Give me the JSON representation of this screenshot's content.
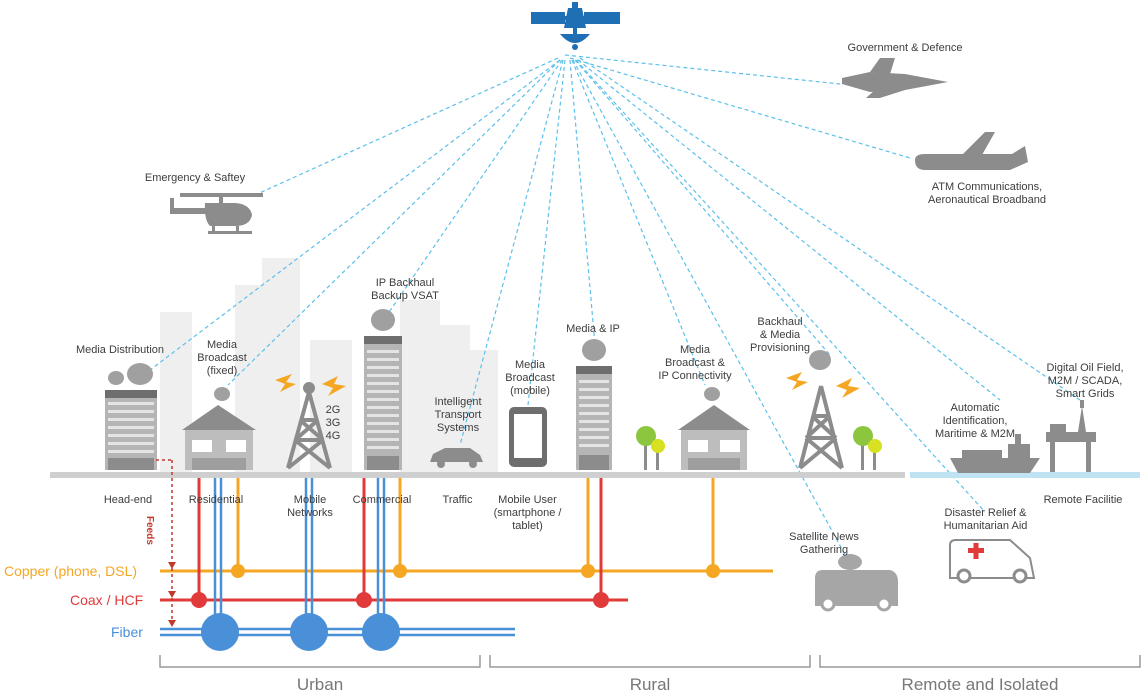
{
  "labels": {
    "government": "Government & Defence",
    "atm": "ATM Communications,\nAeronautical Broadband",
    "emergency": "Emergency & Saftey",
    "media_distribution": "Media Distribution",
    "media_broadcast_fixed": "Media\nBroadcast\n(fixed)",
    "ip_backhaul": "IP Backhaul\nBackup VSAT",
    "intelligent_transport": "Intelligent\nTransport\nSystems",
    "media_broadcast_mobile": "Media\nBroadcast\n(mobile)",
    "media_ip": "Media & IP",
    "media_broadcast_ip": "Media\nBroadcast &\nIP Connectivity",
    "backhaul_media": "Backhaul\n& Media\nProvisioning",
    "ais": "Automatic\nIdentification,\nMaritime & M2M",
    "oil_field": "Digital Oil Field,\nM2M / SCADA,\nSmart Grids",
    "tower_tech": "2G\n3G\n4G",
    "head_end": "Head-end",
    "residential": "Residential",
    "mobile_networks": "Mobile\nNetworks",
    "commercial": "Commercial",
    "traffic": "Traffic",
    "mobile_user": "Mobile User\n(smartphone /\ntablet)",
    "remote_facilities": "Remote Facilitie",
    "disaster": "Disaster Relief &\nHumanitarian Aid",
    "sng": "Satellite News\nGathering",
    "feeds": "Feeds"
  },
  "networks": {
    "copper": "Copper (phone, DSL)",
    "coax": "Coax / HCF",
    "fiber": "Fiber"
  },
  "regions": {
    "urban": "Urban",
    "rural": "Rural",
    "remote": "Remote and Isolated"
  },
  "colors": {
    "copper": "#f5a623",
    "coax": "#e03a3a",
    "fiber": "#4a90d9",
    "link": "#5bc0eb",
    "satellite": "#1f6fb5",
    "icon_gray": "#8c8c8c",
    "ground": "#cfcfcf",
    "sea": "#bfe3f2"
  }
}
